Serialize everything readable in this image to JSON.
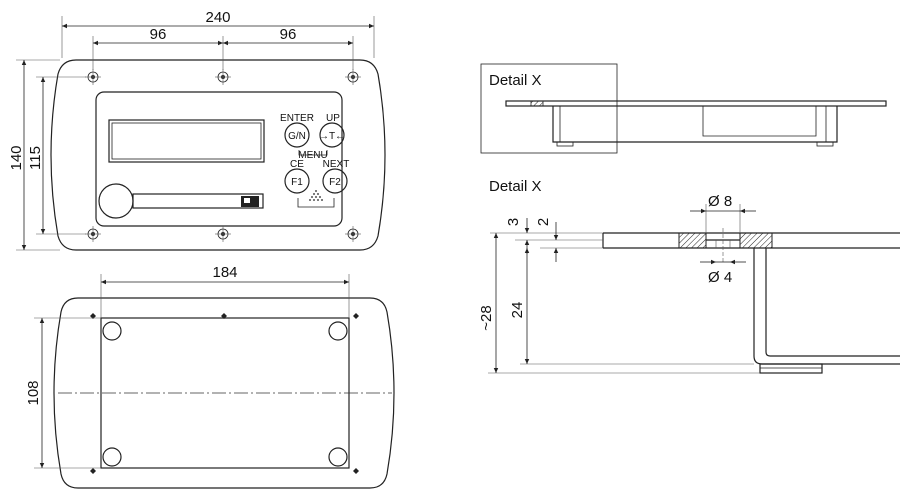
{
  "front_view": {
    "dims": {
      "width_total": "240",
      "hole_pitch_left": "96",
      "hole_pitch_right": "96",
      "height_total": "140",
      "hole_pitch_vertical": "115"
    },
    "buttons": {
      "enter": {
        "top_label": "ENTER",
        "face": "G/N"
      },
      "up": {
        "top_label": "UP",
        "face": "→T←"
      },
      "ce": {
        "top_label": "CE",
        "face": "F1"
      },
      "next": {
        "top_label": "NEXT",
        "face": "F2"
      },
      "menu_label": "MENU"
    }
  },
  "back_view": {
    "dims": {
      "cutout_width": "184",
      "cutout_height": "108"
    }
  },
  "detail_overview": {
    "label": "Detail X"
  },
  "detail_section": {
    "label": "Detail X",
    "dims": {
      "outer_diameter": "Ø 8",
      "inner_diameter": "Ø 4",
      "flange": "3",
      "plate": "2",
      "depth_body": "24",
      "depth_total": "~28"
    }
  }
}
